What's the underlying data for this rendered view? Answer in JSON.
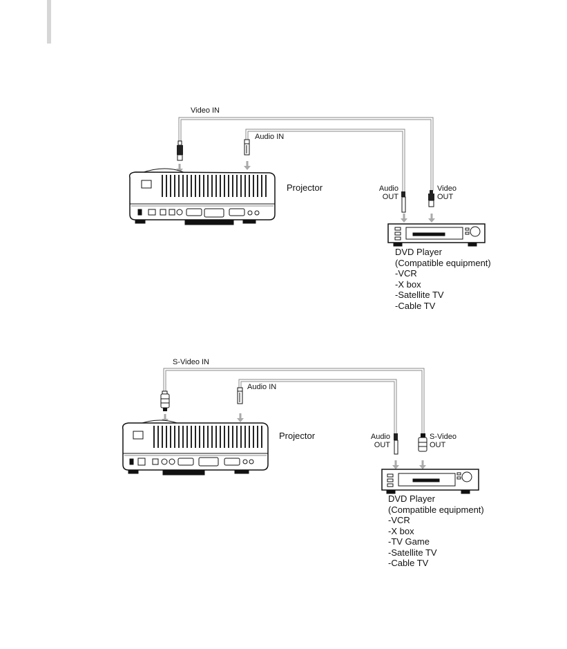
{
  "diagram1": {
    "video_in": "Video IN",
    "audio_in": "Audio IN",
    "projector": "Projector",
    "audio_out": [
      "Audio",
      "OUT"
    ],
    "video_out": [
      "Video",
      "OUT"
    ],
    "equipment": [
      "DVD Player",
      "(Compatible  equipment)",
      "-VCR",
      "-X box",
      "-Satellite TV",
      "-Cable TV"
    ]
  },
  "diagram2": {
    "svideo_in": "S-Video IN",
    "audio_in": "Audio IN",
    "projector": "Projector",
    "audio_out": [
      "Audio",
      "OUT"
    ],
    "svideo_out": [
      "S-Video",
      "OUT"
    ],
    "equipment": [
      "DVD Player",
      "(Compatible  equipment)",
      "-VCR",
      "-X box",
      "-TV Game",
      "-Satellite TV",
      "-Cable TV"
    ]
  },
  "colors": {
    "cable": "#9a9a9a",
    "arrow": "#aaaaaa",
    "line": "#111111"
  }
}
